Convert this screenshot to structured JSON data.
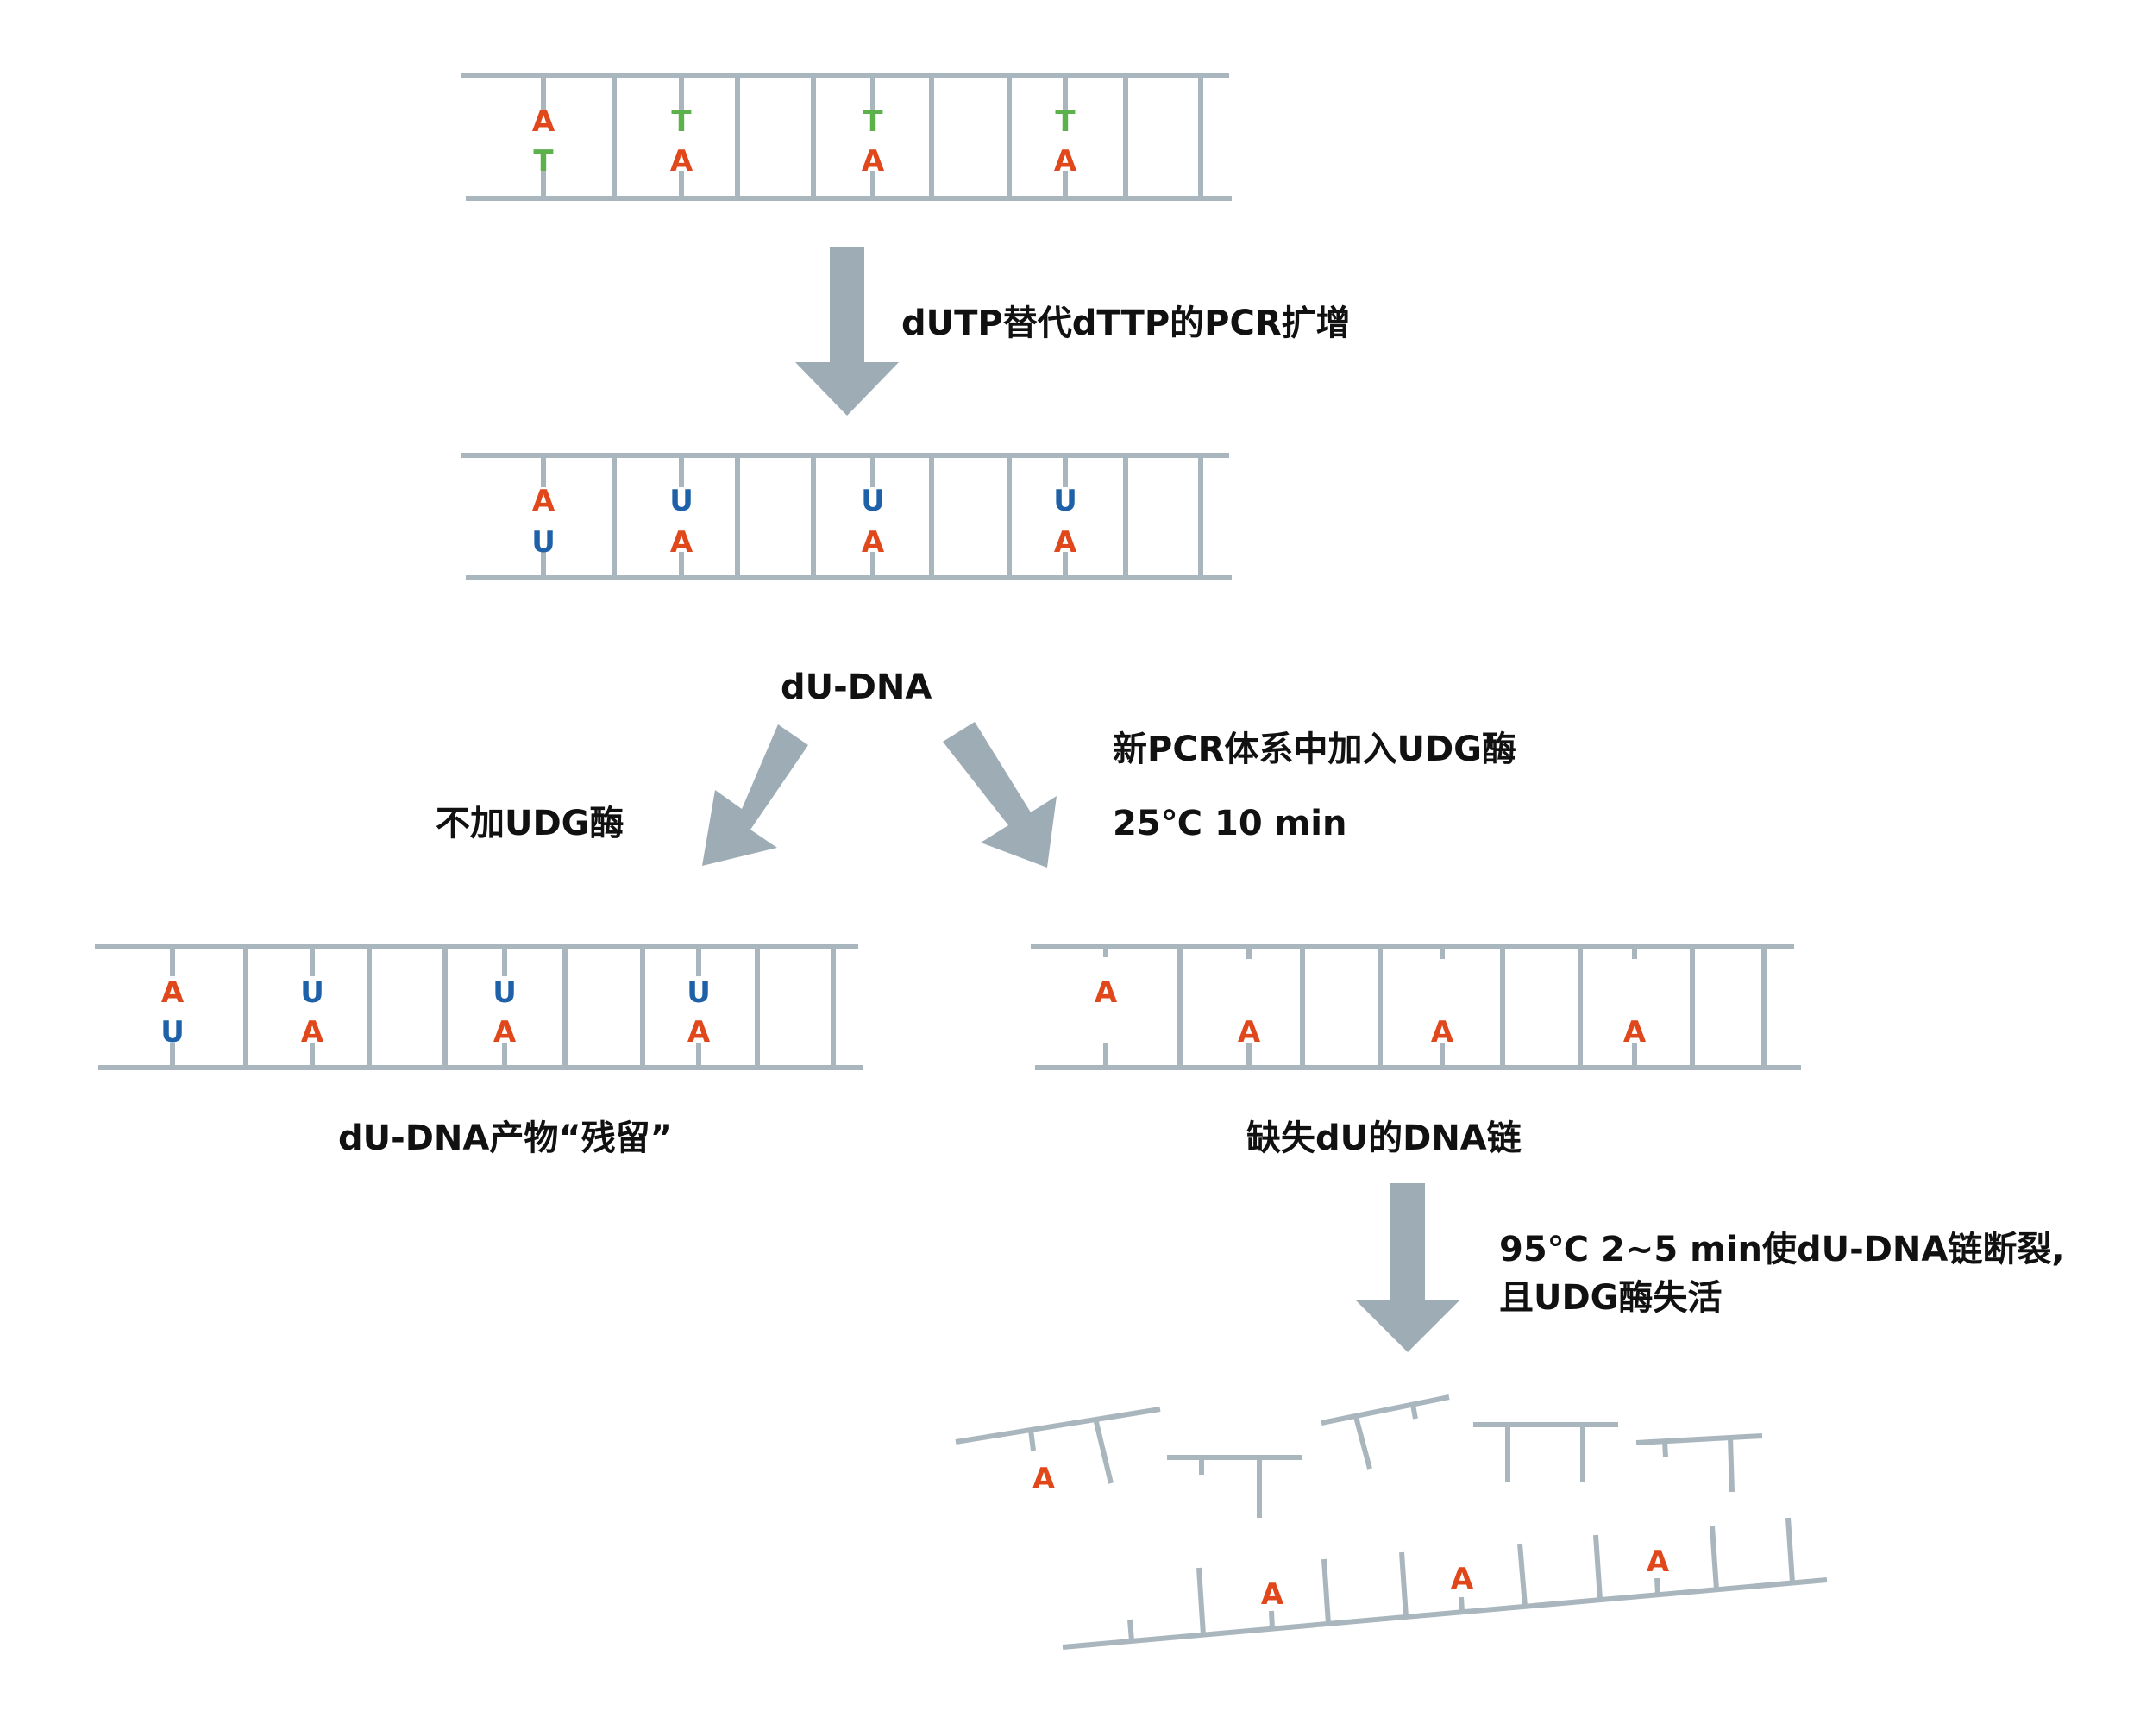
{
  "colors": {
    "strand": "#a9b6be",
    "arrow": "#9eadb5",
    "adenine": "#e0471b",
    "thymine": "#5db14b",
    "uracil": "#1f61a8",
    "text": "#111111"
  },
  "steps": {
    "step1_label": "dUTP替代dTTP的PCR扩增",
    "du_dna_label": "dU-DNA",
    "no_udg_label": "不加UDG酶",
    "udg_label_line1": "新PCR体系中加入UDG酶",
    "udg_label_line2": "25℃  10 min",
    "residual_label": "dU-DNA产物“残留”",
    "missing_du_label": "缺失dU的DNA链",
    "heat_label_line1": "95℃ 2~5 min使dU-DNA链断裂,",
    "heat_label_line2": "且UDG酶失活"
  },
  "strands": {
    "original": {
      "top": [
        "A",
        "T",
        "",
        "T",
        "",
        "T",
        "",
        ""
      ],
      "bottom": [
        "T",
        "A",
        "",
        "A",
        "",
        "A",
        "",
        ""
      ]
    },
    "du_dna": {
      "top": [
        "A",
        "U",
        "",
        "U",
        "",
        "U",
        "",
        ""
      ],
      "bottom": [
        "U",
        "A",
        "",
        "A",
        "",
        "A",
        "",
        ""
      ]
    },
    "residual": {
      "top": [
        "A",
        "U",
        "",
        "U",
        "",
        "U",
        "",
        ""
      ],
      "bottom": [
        "U",
        "A",
        "",
        "A",
        "",
        "A",
        "",
        ""
      ]
    },
    "missing_du": {
      "top": [
        "A",
        "",
        "",
        "",
        "",
        "",
        "",
        ""
      ],
      "bottom": [
        "",
        "A",
        "",
        "A",
        "",
        "A",
        "",
        ""
      ]
    }
  },
  "fragments": {
    "upper_bases": [
      "A"
    ],
    "lower_bases": [
      "A",
      "A",
      "A"
    ]
  }
}
